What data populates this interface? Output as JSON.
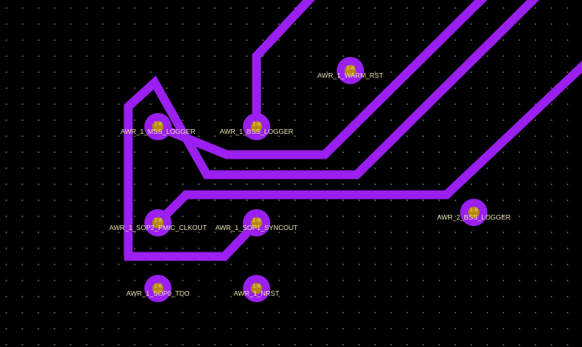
{
  "colors": {
    "trace": "#9b1ff0",
    "pad": "#b8860b",
    "background": "#000000",
    "grid": "#9a9a9a"
  },
  "pads": [
    {
      "pin": "1-8",
      "net": "AWR_1_WARM_RST"
    },
    {
      "pin": "1-8",
      "net": "AWR_1_MSS_LOGGER"
    },
    {
      "pin": "1-8",
      "net": "AWR_1_BSS_LOGGER"
    },
    {
      "pin": "1-8",
      "net": "AWR_1_SOP2_PMIC_CLKOUT"
    },
    {
      "pin": "1-8",
      "net": "AWR_1_SOP1_SYNCOUT"
    },
    {
      "pin": "1-8",
      "net": "AWR_2_BSS_LOGGER"
    },
    {
      "pin": "1-8",
      "net": "AWR_1_SOP0_TDO"
    },
    {
      "pin": "1-8",
      "net": "AWR_1_NRST"
    }
  ]
}
